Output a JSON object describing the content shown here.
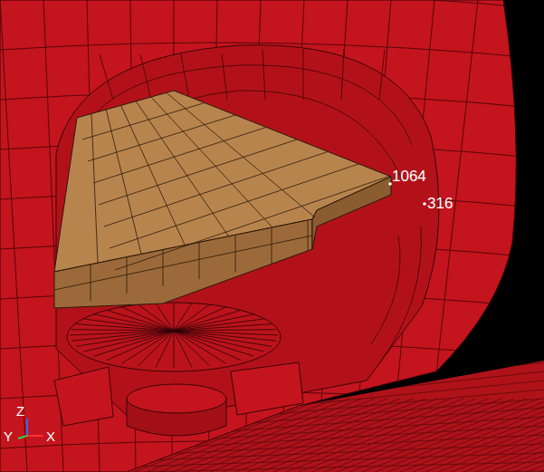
{
  "diagram": {
    "labels": [
      "1064",
      "316",
      "Z",
      "Y",
      "X"
    ]
  }
}
